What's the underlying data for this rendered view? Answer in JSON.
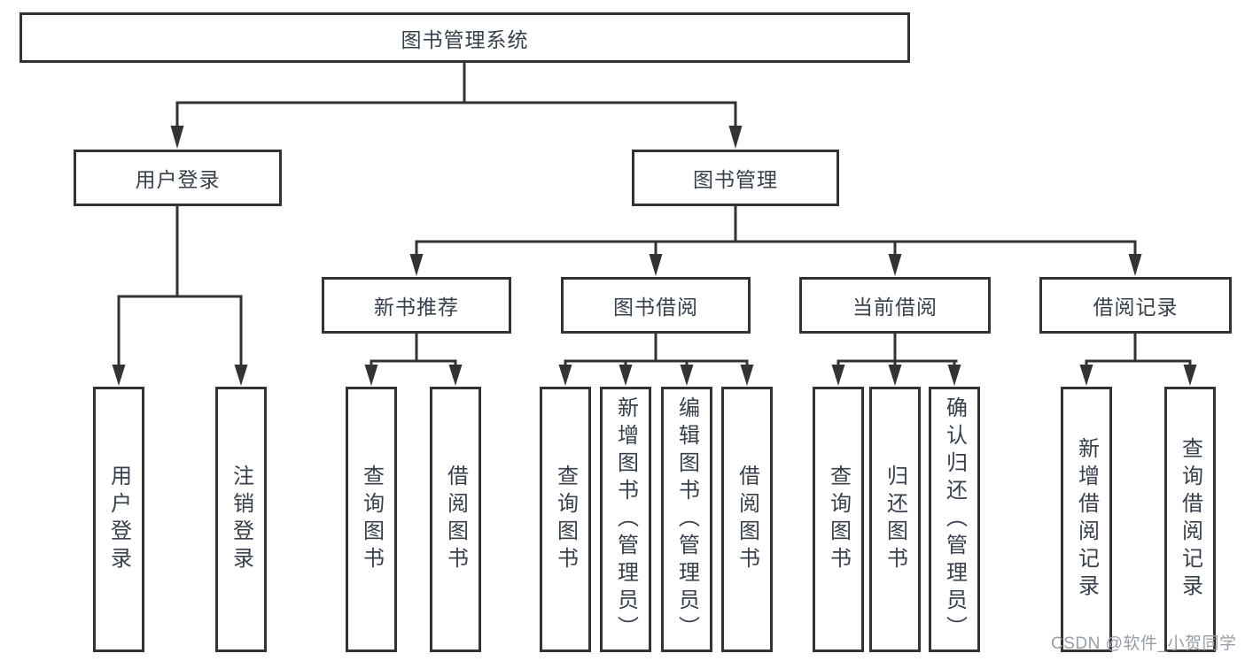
{
  "diagram": {
    "root": {
      "label": "图书管理系统",
      "children": [
        {
          "label": "用户登录",
          "children": [
            {
              "label": "用户登录"
            },
            {
              "label": "注销登录"
            }
          ]
        },
        {
          "label": "图书管理",
          "children": [
            {
              "label": "新书推荐",
              "children": [
                {
                  "label": "查询图书"
                },
                {
                  "label": "借阅图书"
                }
              ]
            },
            {
              "label": "图书借阅",
              "children": [
                {
                  "label": "查询图书"
                },
                {
                  "label": "新增图书（管理员）"
                },
                {
                  "label": "编辑图书（管理员）"
                },
                {
                  "label": "借阅图书"
                }
              ]
            },
            {
              "label": "当前借阅",
              "children": [
                {
                  "label": "查询图书"
                },
                {
                  "label": "归还图书"
                },
                {
                  "label": "确认归还（管理员）"
                }
              ]
            },
            {
              "label": "借阅记录",
              "children": [
                {
                  "label": "新增借阅记录"
                },
                {
                  "label": "查询借阅记录"
                }
              ]
            }
          ]
        }
      ]
    }
  },
  "watermark": {
    "text": "CSDN @软件_小贺同学"
  },
  "colors": {
    "line": "#333333",
    "box_border": "#333333",
    "text": "#38404c",
    "watermark": "#989ea6",
    "background": "#ffffff"
  }
}
